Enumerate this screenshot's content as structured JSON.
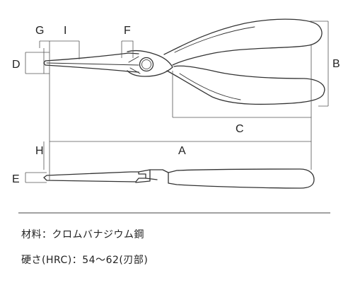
{
  "dimension_labels": {
    "a": "A",
    "b": "B",
    "c": "C",
    "d": "D",
    "e": "E",
    "f": "F",
    "g": "G",
    "h": "H",
    "i": "I"
  },
  "specs": {
    "material": "材料：クロムバナジウム鋼",
    "hardness": "硬さ(HRC)：54～62(刃部)"
  },
  "colors": {
    "line": "#333333",
    "background": "#ffffff"
  }
}
